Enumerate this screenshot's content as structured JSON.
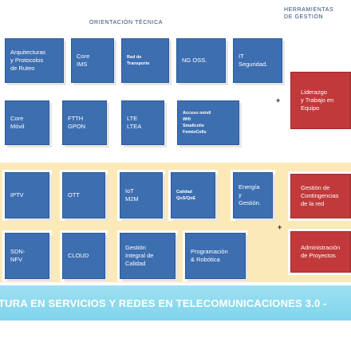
{
  "headers": {
    "orientacion": "ORIENTACIÓN TÉCNICA",
    "herramientas": "HERRAMIENTAS\nDE GESTIÓN"
  },
  "row1": [
    "Arquitecturas\ny Protocolos\nde Ruteo",
    "Core\nIMS",
    "Red de\nTransporte",
    "NG OSS.",
    "IT\nSeguridad."
  ],
  "row2": [
    "Core\nMóvil",
    "FTTH\nGPON",
    "LTE\nLTEA",
    "Acceso móvil\nWifi\nSmallcells\nFemtoCells"
  ],
  "row3": [
    "IPTV",
    "OTT",
    "IoT\nM2M",
    "Calidad\nQoS/QoE",
    "Energía\ny\nGestión."
  ],
  "row4": [
    "SDN-\nNFV",
    "CLOUD",
    "Gestión\nIntegral de\nCalidad",
    "Programación\n& Robótica"
  ],
  "gestion": [
    "Liderazgo\ny Trabajo en\nEquipo",
    "Gestión de\nContingencias\nde la red",
    "Administración\nde Proyectos"
  ],
  "plus_sign": "+",
  "banner": "TURA EN SERVICIOS Y REDES EN TELECOMUNICACIONES 3.0  -"
}
